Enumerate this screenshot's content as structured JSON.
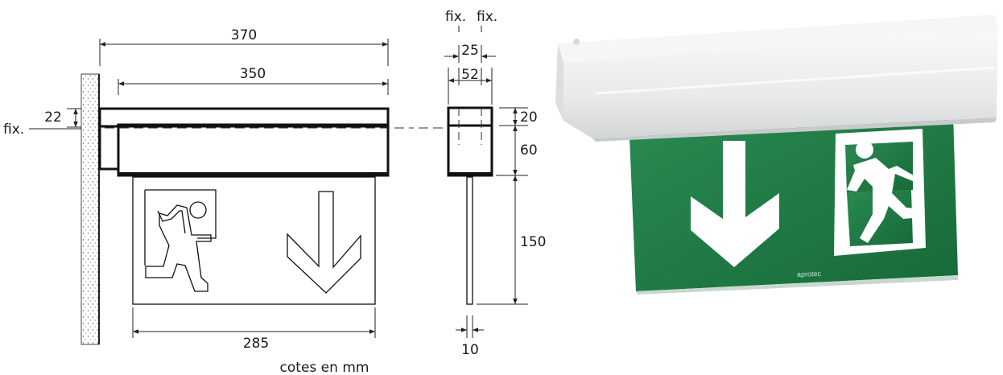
{
  "drawing": {
    "front_view": {
      "overall_width": "370",
      "body_width": "350",
      "wall_offset": "22",
      "fix_label": "fix.",
      "panel_width": "285"
    },
    "side_view": {
      "fix_left": "fix.",
      "fix_right": "fix.",
      "fixing_spacing": "25",
      "body_depth": "52",
      "top_height": "20",
      "body_height": "60",
      "panel_height": "150",
      "panel_thickness": "10"
    },
    "caption": "cotes en mm"
  },
  "photo": {
    "brand": "aprotec",
    "colors": {
      "housing": "#eef0f0",
      "panel_green": "#1f7a43",
      "pictogram": "#ffffff"
    }
  }
}
